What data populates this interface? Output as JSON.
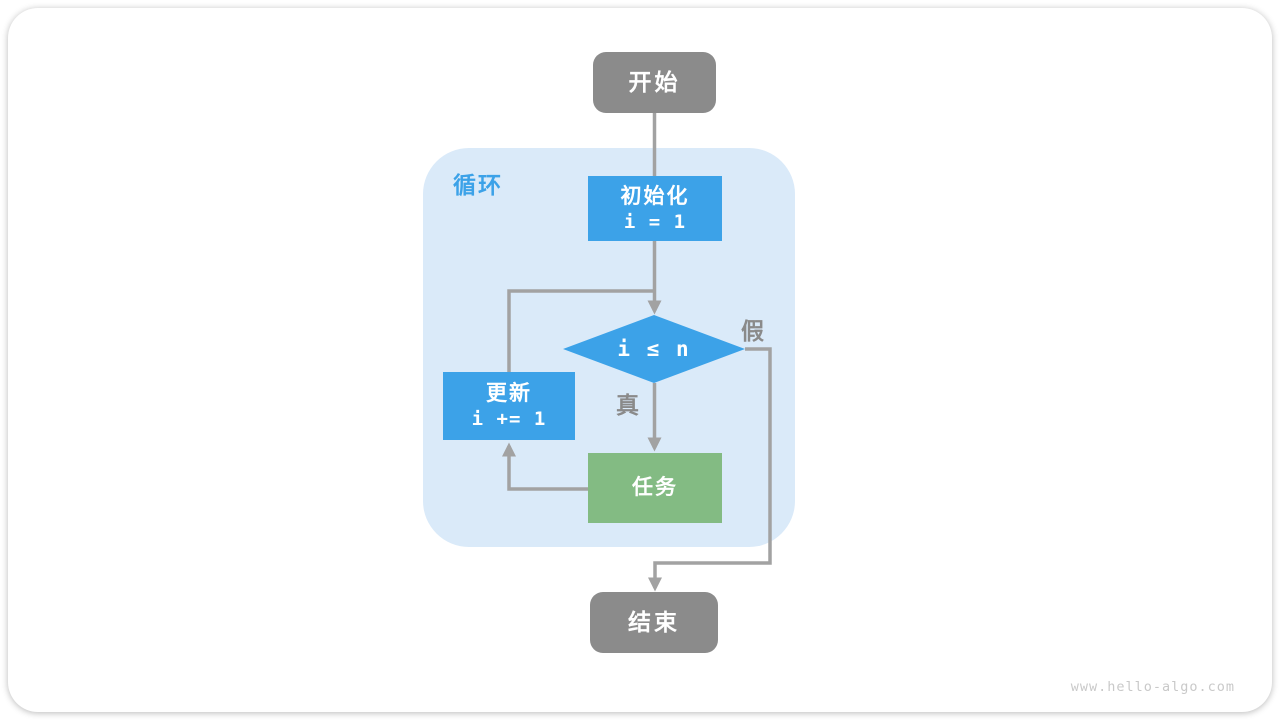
{
  "watermark": "www.hello-algo.com",
  "colors": {
    "node_blue": "#3CA2E8",
    "node_green": "#83BB83",
    "node_gray": "#8B8B8B",
    "loop_region_bg": "#DAEAF9",
    "connector_gray": "#A2A2A2",
    "branch_label_gray": "#8A8A8A",
    "loop_label_blue": "#3CA2E8",
    "watermark_gray": "#C9C9C9"
  },
  "flowchart": {
    "start": {
      "label": "开始"
    },
    "loop": {
      "label": "循环"
    },
    "init": {
      "title": "初始化",
      "code": "i = 1"
    },
    "condition": {
      "label": "i ≤ n"
    },
    "branches": {
      "true_label": "真",
      "false_label": "假"
    },
    "task": {
      "label": "任务"
    },
    "update": {
      "title": "更新",
      "code": "i += 1"
    },
    "end": {
      "label": "结束"
    }
  }
}
